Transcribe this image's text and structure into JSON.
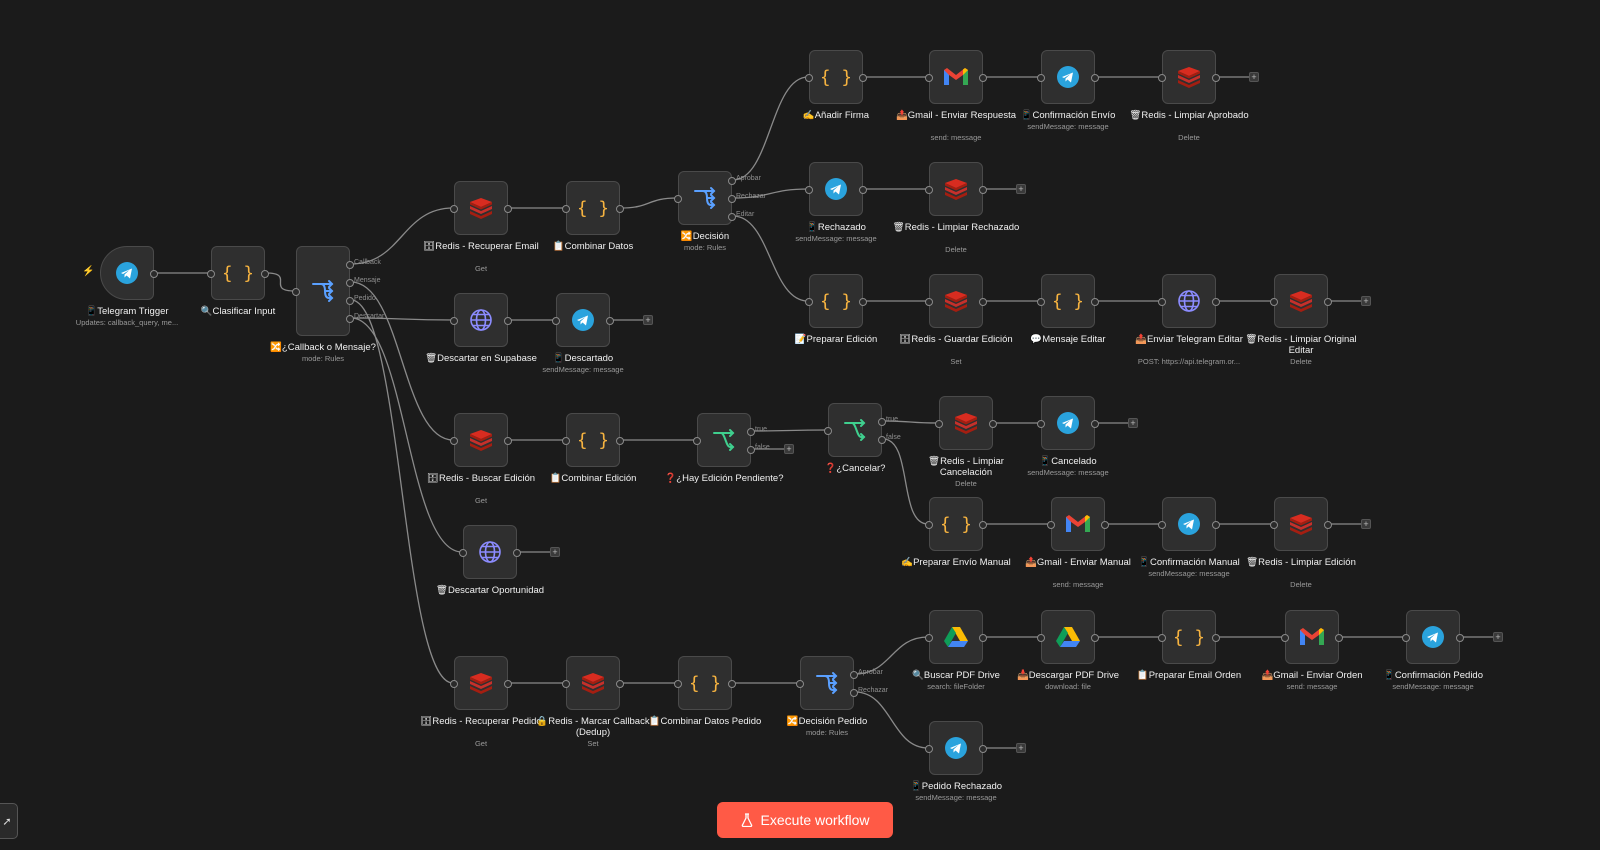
{
  "nodes": [
    {
      "id": "telegram_trigger",
      "type": "telegram",
      "label": "📱Telegram Trigger",
      "sub": "Updates: callback_query, me...",
      "trigger": true
    },
    {
      "id": "clasificar_input",
      "type": "code",
      "label": "🔍Clasificar Input"
    },
    {
      "id": "callback_o_mensaje",
      "type": "switch",
      "label": "🔀¿Callback o Mensaje?",
      "sub": "mode: Rules",
      "tall": true,
      "outputs": [
        "Callback",
        "Mensaje",
        "Pedido",
        "Descartar"
      ]
    },
    {
      "id": "redis_recuperar_email",
      "type": "redis",
      "label": "🗄Redis - Recuperar Email",
      "sub": "Get"
    },
    {
      "id": "combinar_datos",
      "type": "code",
      "label": "📋Combinar Datos"
    },
    {
      "id": "decision",
      "type": "switch",
      "label": "🔀Decisión",
      "sub": "mode: Rules",
      "outputs": [
        "Aprobar",
        "Rechazar",
        "Editar"
      ]
    },
    {
      "id": "anadir_firma",
      "type": "code",
      "label": "✍Añadir Firma"
    },
    {
      "id": "gmail_enviar_respuesta",
      "type": "gmail",
      "label": "📤Gmail - Enviar Respuesta",
      "sub": "send: message"
    },
    {
      "id": "confirmacion_envio",
      "type": "telegram",
      "label": "📱Confirmación Envío",
      "sub": "sendMessage: message"
    },
    {
      "id": "redis_limpiar_aprobado",
      "type": "redis",
      "label": "🗑Redis - Limpiar Aprobado",
      "sub": "Delete"
    },
    {
      "id": "rechazado",
      "type": "telegram",
      "label": "📱Rechazado",
      "sub": "sendMessage: message"
    },
    {
      "id": "redis_limpiar_rechazado",
      "type": "redis",
      "label": "🗑Redis - Limpiar Rechazado",
      "sub": "Delete"
    },
    {
      "id": "preparar_edicion",
      "type": "code",
      "label": "📝Preparar Edición"
    },
    {
      "id": "redis_guardar_edicion",
      "type": "redis",
      "label": "🗄Redis - Guardar Edición",
      "sub": "Set"
    },
    {
      "id": "mensaje_editar",
      "type": "code",
      "label": "💬Mensaje Editar"
    },
    {
      "id": "enviar_telegram_editar",
      "type": "http",
      "label": "📤Enviar Telegram Editar",
      "sub": "POST: https://api.telegram.or..."
    },
    {
      "id": "redis_limpiar_original_editar",
      "type": "redis",
      "label": "🗑Redis - Limpiar Original Editar",
      "sub": "Delete"
    },
    {
      "id": "descartar_supabase",
      "type": "http",
      "label": "🗑Descartar en Supabase"
    },
    {
      "id": "descartado",
      "type": "telegram",
      "label": "📱Descartado",
      "sub": "sendMessage: message"
    },
    {
      "id": "redis_buscar_edicion",
      "type": "redis",
      "label": "🗄Redis - Buscar Edición",
      "sub": "Get"
    },
    {
      "id": "combinar_edicion",
      "type": "code",
      "label": "📋Combinar Edición"
    },
    {
      "id": "hay_edicion_pendiente",
      "type": "if",
      "label": "❓¿Hay Edición Pendiente?",
      "outputs": [
        "true",
        "false"
      ]
    },
    {
      "id": "cancelar",
      "type": "if",
      "label": "❓¿Cancelar?",
      "outputs": [
        "true",
        "false"
      ]
    },
    {
      "id": "redis_limpiar_cancelacion",
      "type": "redis",
      "label": "🗑Redis - Limpiar Cancelación",
      "sub": "Delete"
    },
    {
      "id": "cancelado",
      "type": "telegram",
      "label": "📱Cancelado",
      "sub": "sendMessage: message"
    },
    {
      "id": "preparar_envio_manual",
      "type": "code",
      "label": "✍Preparar Envío Manual"
    },
    {
      "id": "gmail_enviar_manual",
      "type": "gmail",
      "label": "📤Gmail - Enviar Manual",
      "sub": "send: message"
    },
    {
      "id": "confirmacion_manual",
      "type": "telegram",
      "label": "📱Confirmación Manual",
      "sub": "sendMessage: message"
    },
    {
      "id": "redis_limpiar_edicion",
      "type": "redis",
      "label": "🗑Redis - Limpiar Edición",
      "sub": "Delete"
    },
    {
      "id": "descartar_oportunidad",
      "type": "http",
      "label": "🗑Descartar Oportunidad"
    },
    {
      "id": "redis_recuperar_pedido",
      "type": "redis",
      "label": "🗄Redis - Recuperar Pedido",
      "sub": "Get"
    },
    {
      "id": "redis_marcar_callback",
      "type": "redis",
      "label": "🔒Redis - Marcar Callback (Dedup)",
      "sub": "Set"
    },
    {
      "id": "combinar_datos_pedido",
      "type": "code",
      "label": "📋Combinar Datos Pedido"
    },
    {
      "id": "decision_pedido",
      "type": "switch",
      "label": "🔀Decisión Pedido",
      "sub": "mode: Rules",
      "outputs": [
        "Aprobar",
        "Rechazar"
      ]
    },
    {
      "id": "buscar_pdf_drive",
      "type": "drive",
      "label": "🔍Buscar PDF Drive",
      "sub": "search: fileFolder"
    },
    {
      "id": "descargar_pdf_drive",
      "type": "drive",
      "label": "📥Descargar PDF Drive",
      "sub": "download: file"
    },
    {
      "id": "preparar_email_orden",
      "type": "code",
      "label": "📋Preparar Email Orden"
    },
    {
      "id": "gmail_enviar_orden",
      "type": "gmail",
      "label": "📤Gmail - Enviar Orden",
      "sub": "send: message"
    },
    {
      "id": "confirmacion_pedido",
      "type": "telegram",
      "label": "📱Confirmación Pedido",
      "sub": "sendMessage: message"
    },
    {
      "id": "pedido_rechazado",
      "type": "telegram",
      "label": "📱Pedido Rechazado",
      "sub": "sendMessage: message"
    }
  ],
  "connections": [
    [
      "telegram_trigger",
      0,
      "clasificar_input"
    ],
    [
      "clasificar_input",
      0,
      "callback_o_mensaje"
    ],
    [
      "callback_o_mensaje",
      0,
      "redis_recuperar_email"
    ],
    [
      "callback_o_mensaje",
      1,
      "redis_buscar_edicion"
    ],
    [
      "callback_o_mensaje",
      2,
      "redis_recuperar_pedido"
    ],
    [
      "callback_o_mensaje",
      3,
      "descartar_supabase"
    ],
    [
      "callback_o_mensaje",
      3,
      "descartar_oportunidad"
    ],
    [
      "redis_recuperar_email",
      0,
      "combinar_datos"
    ],
    [
      "combinar_datos",
      0,
      "decision"
    ],
    [
      "decision",
      0,
      "anadir_firma"
    ],
    [
      "decision",
      1,
      "rechazado"
    ],
    [
      "decision",
      2,
      "preparar_edicion"
    ],
    [
      "anadir_firma",
      0,
      "gmail_enviar_respuesta"
    ],
    [
      "gmail_enviar_respuesta",
      0,
      "confirmacion_envio"
    ],
    [
      "confirmacion_envio",
      0,
      "redis_limpiar_aprobado"
    ],
    [
      "rechazado",
      0,
      "redis_limpiar_rechazado"
    ],
    [
      "preparar_edicion",
      0,
      "redis_guardar_edicion"
    ],
    [
      "redis_guardar_edicion",
      0,
      "mensaje_editar"
    ],
    [
      "mensaje_editar",
      0,
      "enviar_telegram_editar"
    ],
    [
      "enviar_telegram_editar",
      0,
      "redis_limpiar_original_editar"
    ],
    [
      "descartar_supabase",
      0,
      "descartado"
    ],
    [
      "redis_buscar_edicion",
      0,
      "combinar_edicion"
    ],
    [
      "combinar_edicion",
      0,
      "hay_edicion_pendiente"
    ],
    [
      "hay_edicion_pendiente",
      0,
      "cancelar"
    ],
    [
      "cancelar",
      0,
      "redis_limpiar_cancelacion"
    ],
    [
      "cancelar",
      1,
      "preparar_envio_manual"
    ],
    [
      "redis_limpiar_cancelacion",
      0,
      "cancelado"
    ],
    [
      "preparar_envio_manual",
      0,
      "gmail_enviar_manual"
    ],
    [
      "gmail_enviar_manual",
      0,
      "confirmacion_manual"
    ],
    [
      "confirmacion_manual",
      0,
      "redis_limpiar_edicion"
    ],
    [
      "redis_recuperar_pedido",
      0,
      "redis_marcar_callback"
    ],
    [
      "redis_marcar_callback",
      0,
      "combinar_datos_pedido"
    ],
    [
      "combinar_datos_pedido",
      0,
      "decision_pedido"
    ],
    [
      "decision_pedido",
      0,
      "buscar_pdf_drive"
    ],
    [
      "decision_pedido",
      1,
      "pedido_rechazado"
    ],
    [
      "buscar_pdf_drive",
      0,
      "descargar_pdf_drive"
    ],
    [
      "descargar_pdf_drive",
      0,
      "preparar_email_orden"
    ],
    [
      "preparar_email_orden",
      0,
      "gmail_enviar_orden"
    ],
    [
      "gmail_enviar_orden",
      0,
      "confirmacion_pedido"
    ]
  ],
  "dangling_outputs": [
    [
      "redis_limpiar_aprobado",
      0
    ],
    [
      "redis_limpiar_rechazado",
      0
    ],
    [
      "redis_limpiar_original_editar",
      0
    ],
    [
      "descartado",
      0
    ],
    [
      "hay_edicion_pendiente",
      1
    ],
    [
      "cancelado",
      0
    ],
    [
      "redis_limpiar_edicion",
      0
    ],
    [
      "descartar_oportunidad",
      0
    ],
    [
      "confirmacion_pedido",
      0
    ],
    [
      "pedido_rechazado",
      0
    ]
  ],
  "toolbar": {
    "execute_label": "Execute workflow"
  },
  "colors": {
    "canvas": "#1b1b1b",
    "node": "#2f2f2f",
    "wire": "#8a8a8a",
    "accent": "#ff5a46"
  }
}
